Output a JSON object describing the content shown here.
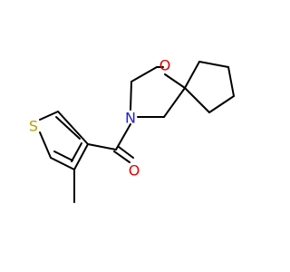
{
  "molecule": {
    "atoms": {
      "sulfur": {
        "symbol": "S",
        "color": "#b8a000"
      },
      "ring_oxygen": {
        "symbol": "O",
        "color": "#e00000"
      },
      "nitrogen": {
        "symbol": "N",
        "color": "#2020e0"
      },
      "carbonyl_oxygen": {
        "symbol": "O",
        "color": "#e00000"
      }
    },
    "bond_color": "#000000",
    "background": "#ffffff"
  }
}
